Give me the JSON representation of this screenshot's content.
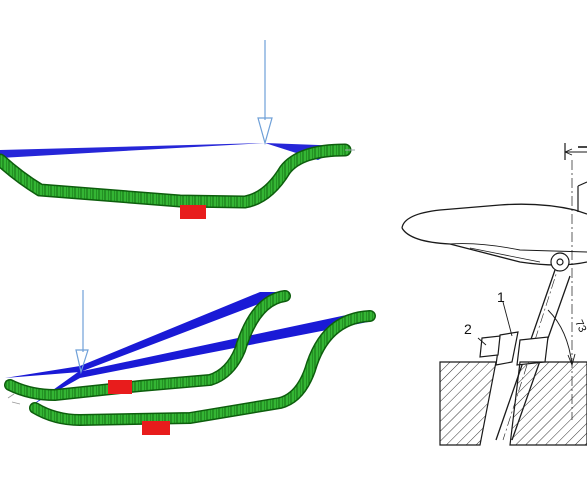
{
  "colors": {
    "tube": "#1a8f1a",
    "tube_light": "#4fd14f",
    "deformed": "#1a1ad6",
    "load_arrow": "#6fa0d8",
    "contact": "#e81c1c",
    "ink": "#1a1a1a",
    "hatch": "#333333"
  },
  "icons": {
    "load": "down-arrow-icon",
    "pivot": "bolt-circle-icon"
  },
  "callouts": {
    "one": "1",
    "two": "2"
  },
  "angle_label": "73"
}
